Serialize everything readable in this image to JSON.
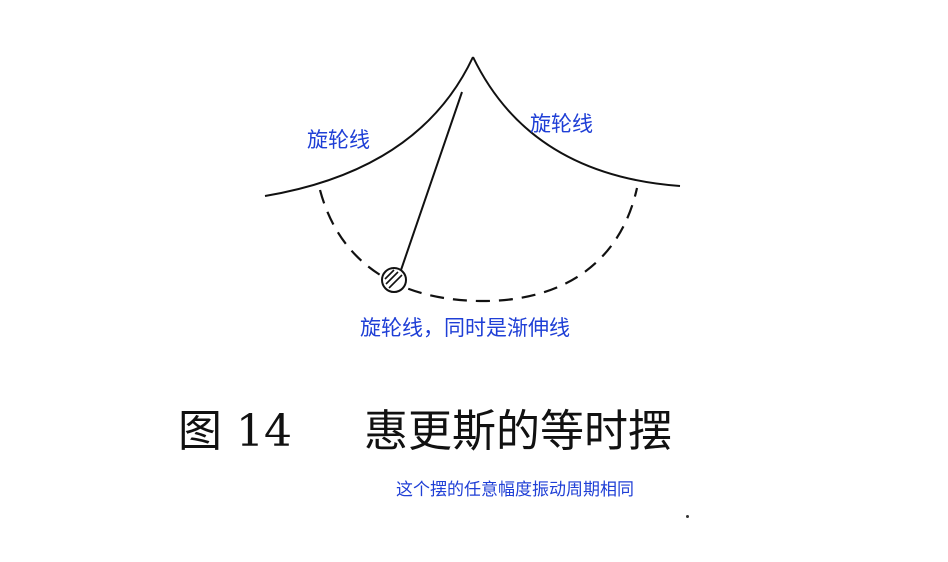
{
  "labels": {
    "left_curve": "旋轮线",
    "right_curve": "旋轮线",
    "bob_path": "旋轮线，同时是渐伸线"
  },
  "caption": {
    "figure_number": "图 14",
    "title": "惠更斯的等时摆",
    "subtitle": "这个摆的任意幅度振动周期相同"
  },
  "colors": {
    "annotation": "#1f3fd6",
    "drawing": "#111111"
  }
}
